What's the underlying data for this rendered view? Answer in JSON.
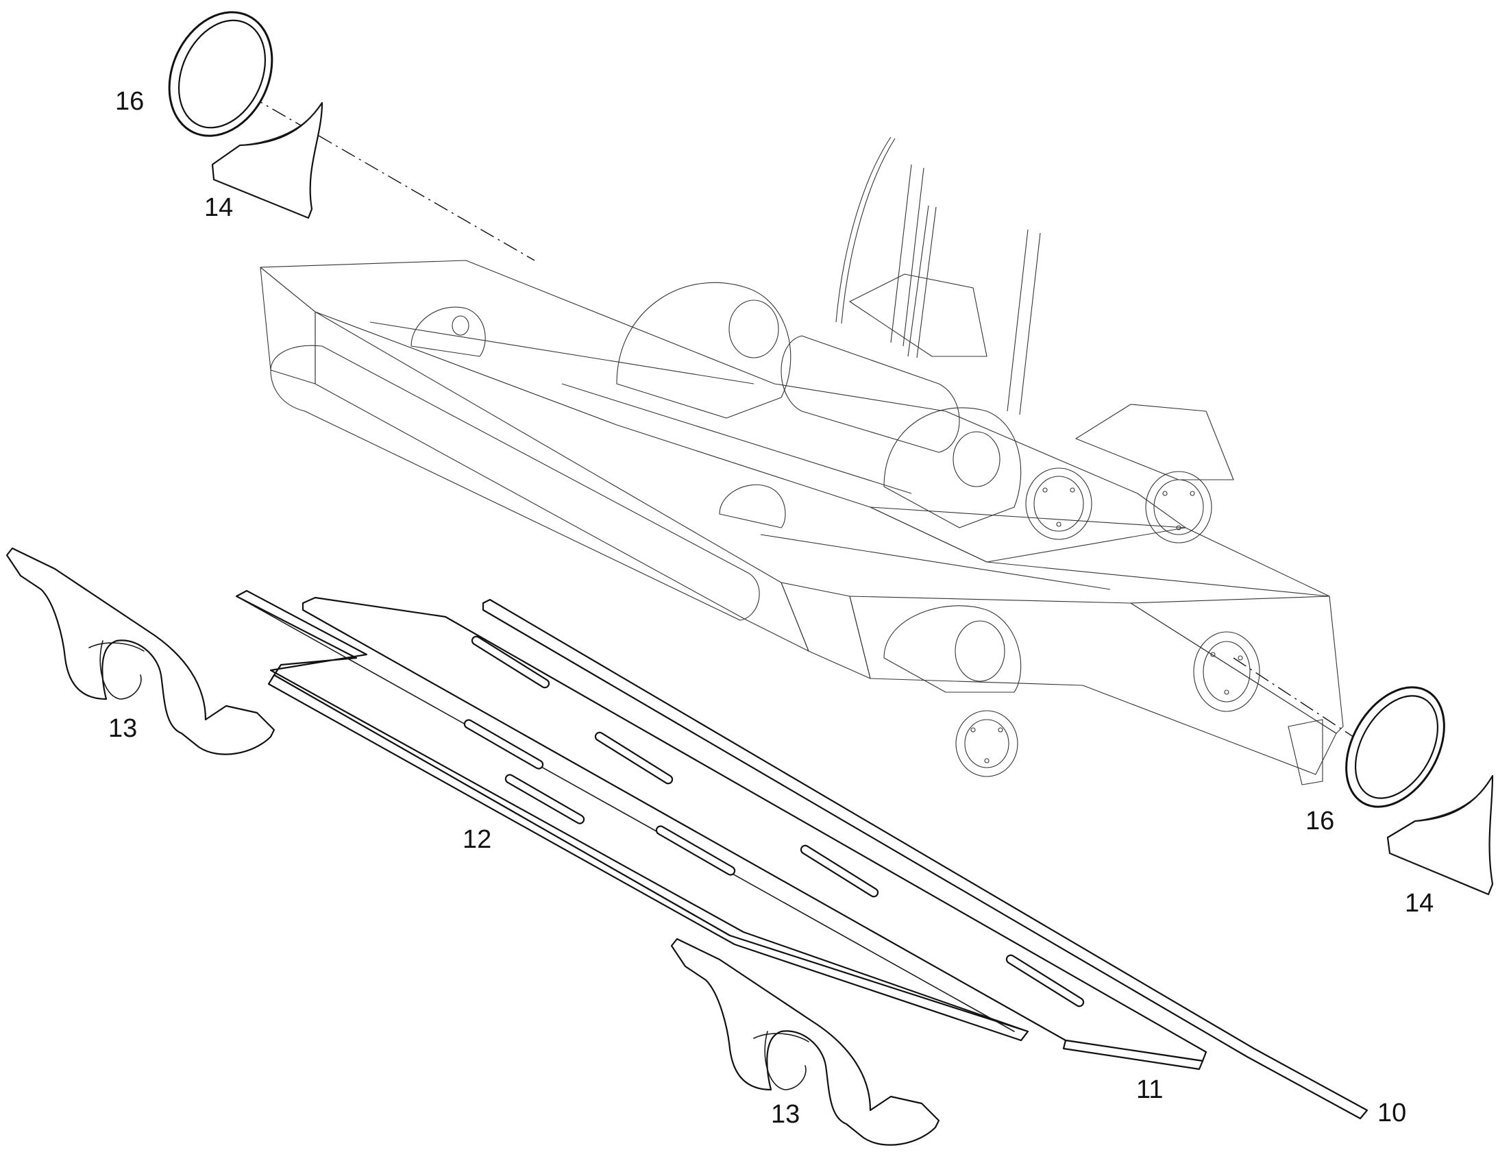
{
  "callouts": {
    "seal_ring_top_left": "16",
    "wear_shoe_top_left": "14",
    "guide_bracket_left": "13",
    "wear_strip_long": "12",
    "guide_bracket_bottom": "13",
    "wear_strip_mid": "11",
    "wear_strip_narrow": "10",
    "seal_ring_right": "16",
    "wear_shoe_right": "14"
  }
}
